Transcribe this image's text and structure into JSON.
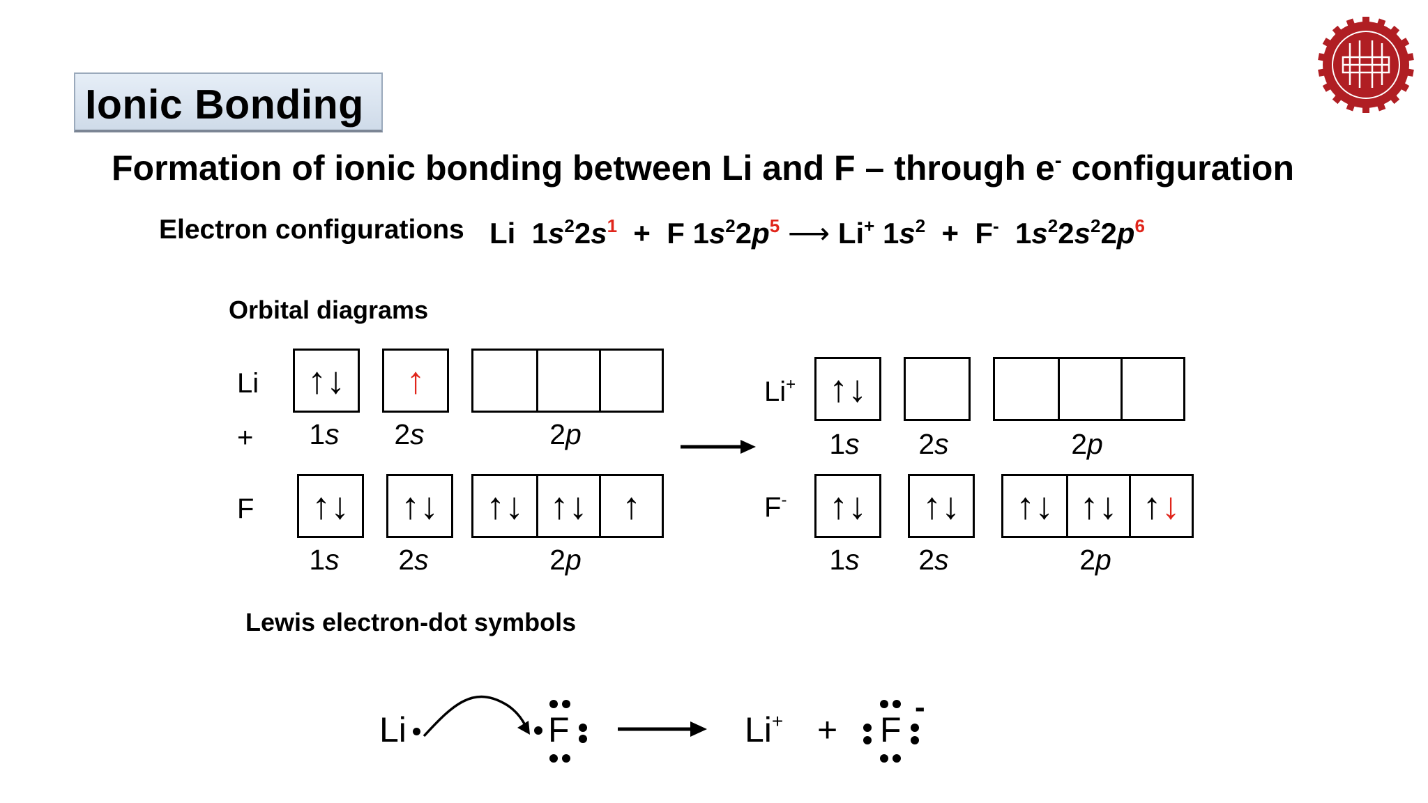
{
  "title": "Ionic Bonding",
  "subtitle": {
    "prefix": "Formation of ionic bonding between Li and F – through e",
    "sup": "-",
    "suffix": " configuration"
  },
  "config": {
    "label": "Electron configurations",
    "li_prefix": "Li  1",
    "li_s": "s",
    "li_sup2": "2",
    "li_two": "2",
    "li_s2": "s",
    "li_sup1": "1",
    "plus1": "  +  ",
    "f_prefix": "F 1",
    "f_s": "s",
    "f_sup2": "2",
    "f_two": "2",
    "f_p": "p",
    "f_sup5": "5",
    "arrow": " ⟶ ",
    "liion_name": "Li",
    "liion_charge": "+",
    "liion_cfg": " 1",
    "liion_s": "s",
    "liion_sup2": "2",
    "plus2": "  +  ",
    "fion_name": "F",
    "fion_charge": "-",
    "fion_cfg": "  1",
    "fion_s": "s",
    "fion_sup2a": "2",
    "fion_two": "2",
    "fion_s2": "s",
    "fion_sup2b": "2",
    "fion_two2": "2",
    "fion_p": "p",
    "fion_sup6": "6"
  },
  "orbital_section_label": "Orbital diagrams",
  "atoms": {
    "li": "Li",
    "plus": "+",
    "f": "F",
    "liion": "Li",
    "liion_charge": "+",
    "fion": "F",
    "fion_charge": "-"
  },
  "sublevels": {
    "s1_num": "1",
    "s2_num": "2",
    "s": "s",
    "p2_num": "2",
    "p": "p"
  },
  "arrows": {
    "pair": "↑↓",
    "up": "↑",
    "down": "↓"
  },
  "colors": {
    "accent_red": "#e0251b",
    "title_bg": "#dbe5f1",
    "logo_red": "#b01e23"
  },
  "lewis_section_label": "Lewis electron-dot symbols",
  "lewis": {
    "li": "Li",
    "f": "F",
    "liion": "Li",
    "liion_charge": "+",
    "plus": "+",
    "fion": "F",
    "fion_charge": "-"
  },
  "logo_icon": "university-seal-icon"
}
